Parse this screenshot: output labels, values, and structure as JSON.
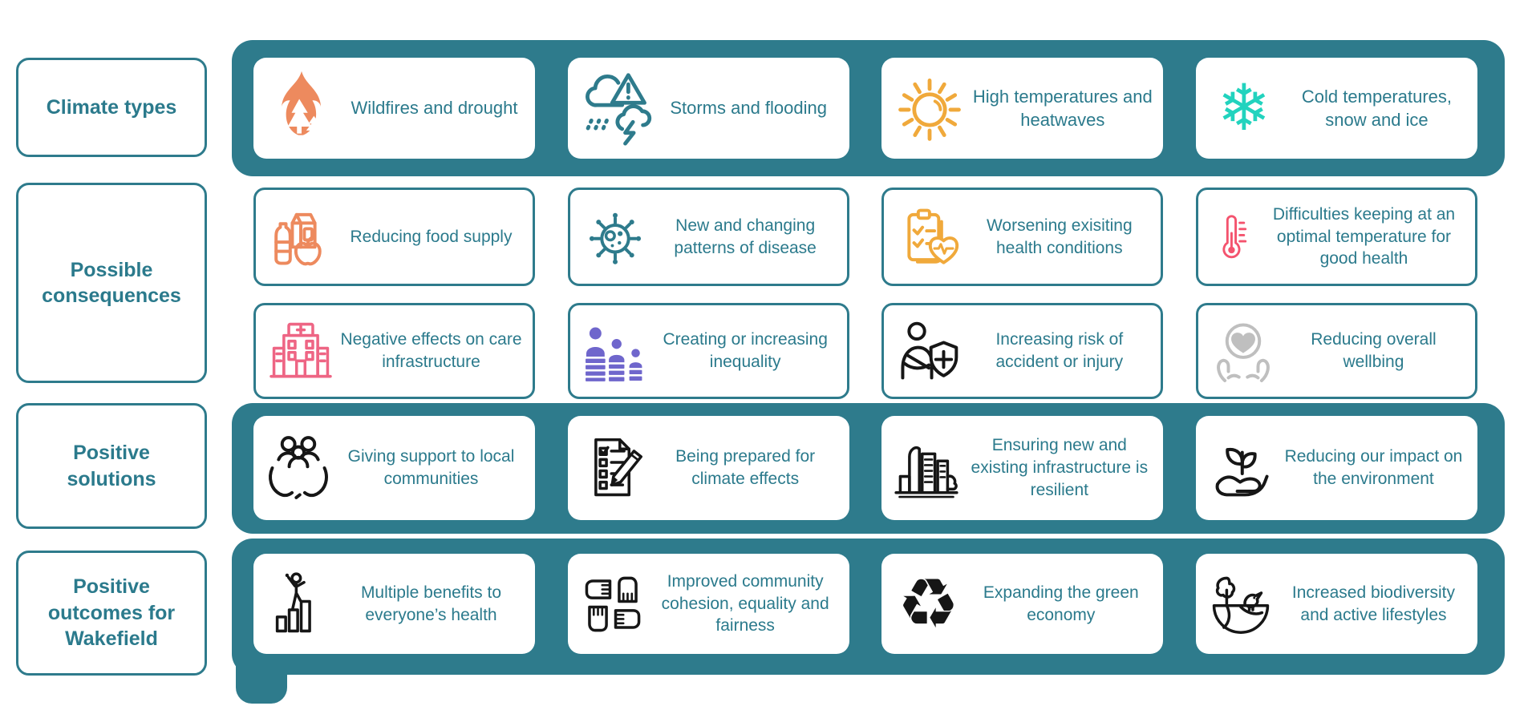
{
  "palette": {
    "teal": "#2E7B8C",
    "teal_text": "#2B7A8C",
    "orange": "#ED8A5E",
    "yellow": "#F0A93B",
    "turquoise": "#22D3BE",
    "pink": "#EE6584",
    "redpink": "#F4536E",
    "purple": "#6F66CC",
    "gray": "#BFBFBF",
    "ink": "#161616",
    "card_bg": "#FFFFFF"
  },
  "rows": [
    {
      "label": "Climate types",
      "band": true,
      "cards": [
        {
          "icon": "wildfire-icon",
          "label": "Wildfires and drought"
        },
        {
          "icon": "storm-flood-icon",
          "label": "Storms and flooding"
        },
        {
          "icon": "sun-icon",
          "label": "High temperatures and heatwaves"
        },
        {
          "icon": "snowflake-icon",
          "label": "Cold temperatures, snow and ice"
        }
      ]
    },
    {
      "label": "Possible consequences",
      "band": false,
      "cards": [
        {
          "icon": "food-supply-icon",
          "label": "Reducing food supply"
        },
        {
          "icon": "virus-icon",
          "label": "New and changing patterns of disease"
        },
        {
          "icon": "health-checklist-icon",
          "label": "Worsening exisiting health conditions"
        },
        {
          "icon": "thermometer-icon",
          "label": "Difficulties keeping at an optimal temperature for good health"
        }
      ],
      "cards2": [
        {
          "icon": "care-infrastructure-icon",
          "label": "Negative effects on care infrastructure"
        },
        {
          "icon": "inequality-icon",
          "label": "Creating or increasing inequality"
        },
        {
          "icon": "accident-injury-icon",
          "label": "Increasing risk of accident or injury"
        },
        {
          "icon": "wellbeing-icon",
          "label": "Reducing overall wellbing"
        }
      ]
    },
    {
      "label": "Positive solutions",
      "band": true,
      "cards": [
        {
          "icon": "community-support-icon",
          "label": "Giving support to local communities"
        },
        {
          "icon": "preparedness-checklist-icon",
          "label": "Being prepared for climate effects"
        },
        {
          "icon": "resilient-infrastructure-icon",
          "label": "Ensuring new and existing infrastructure is resilient"
        },
        {
          "icon": "plant-in-hand-icon",
          "label": "Reducing our impact on the environment"
        }
      ]
    },
    {
      "label": "Positive outcomes for Wakefield",
      "band": true,
      "cards": [
        {
          "icon": "health-benefits-icon",
          "label": "Multiple benefits to everyone’s health"
        },
        {
          "icon": "community-cohesion-icon",
          "label": "Improved community cohesion, equality and fairness"
        },
        {
          "icon": "recycle-icon",
          "label": "Expanding the green economy"
        },
        {
          "icon": "biodiversity-icon",
          "label": "Increased biodiversity and active lifestyles"
        }
      ]
    }
  ]
}
